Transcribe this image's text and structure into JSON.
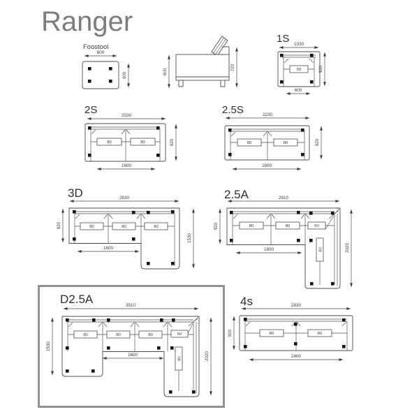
{
  "title": "Ranger",
  "colors": {
    "line": "#4b4b4b",
    "title_gray": "#7d7d7d",
    "dim_text": "#3a3a3a",
    "highlight_box": "#8f8f8f"
  },
  "models": {
    "footstool": {
      "label": "Foostool",
      "dim_width": "800",
      "dim_depth": "600"
    },
    "side_view": {
      "dim_seat_height": "600",
      "dim_total_height": "720"
    },
    "s1": {
      "label": "1S",
      "dim_width": "1030",
      "dim_depth": "920",
      "dim_seat_width": "600",
      "cushions": [
        "50"
      ]
    },
    "s2": {
      "label": "2S",
      "dim_width": "2030",
      "dim_depth": "920",
      "dim_seat_width": "1600",
      "cushions": [
        "80",
        "80"
      ]
    },
    "s2_5": {
      "label": "2.5S",
      "dim_width": "2230",
      "dim_depth": "920",
      "dim_seat_width": "1800",
      "cushions": [
        "80",
        "80"
      ]
    },
    "d3": {
      "label": "3D",
      "dim_width": "2830",
      "dim_depth": "920",
      "dim_chaise_depth": "1530",
      "dim_seat_width": "1600",
      "cushions": [
        "80",
        "80",
        "80"
      ]
    },
    "a2_5": {
      "label": "2.5A",
      "dim_width": "2910",
      "dim_depth": "920",
      "dim_chaise_depth": "2020",
      "dim_seat_width": "1800",
      "cushions": [
        "80",
        "80",
        "50"
      ],
      "side_cushion": "80"
    },
    "d2_5a": {
      "label": "D2.5A",
      "dim_width": "3510",
      "dim_left_depth": "1530",
      "dim_right_depth": "2020",
      "dim_seat_width": "1600",
      "cushions": [
        "80",
        "80",
        "80",
        "50"
      ],
      "side_cushion": "80"
    },
    "s4": {
      "label": "4s",
      "dim_width": "2830",
      "dim_depth": "920",
      "dim_seat_width": "2400",
      "cushions": [
        "80",
        "80"
      ]
    }
  }
}
